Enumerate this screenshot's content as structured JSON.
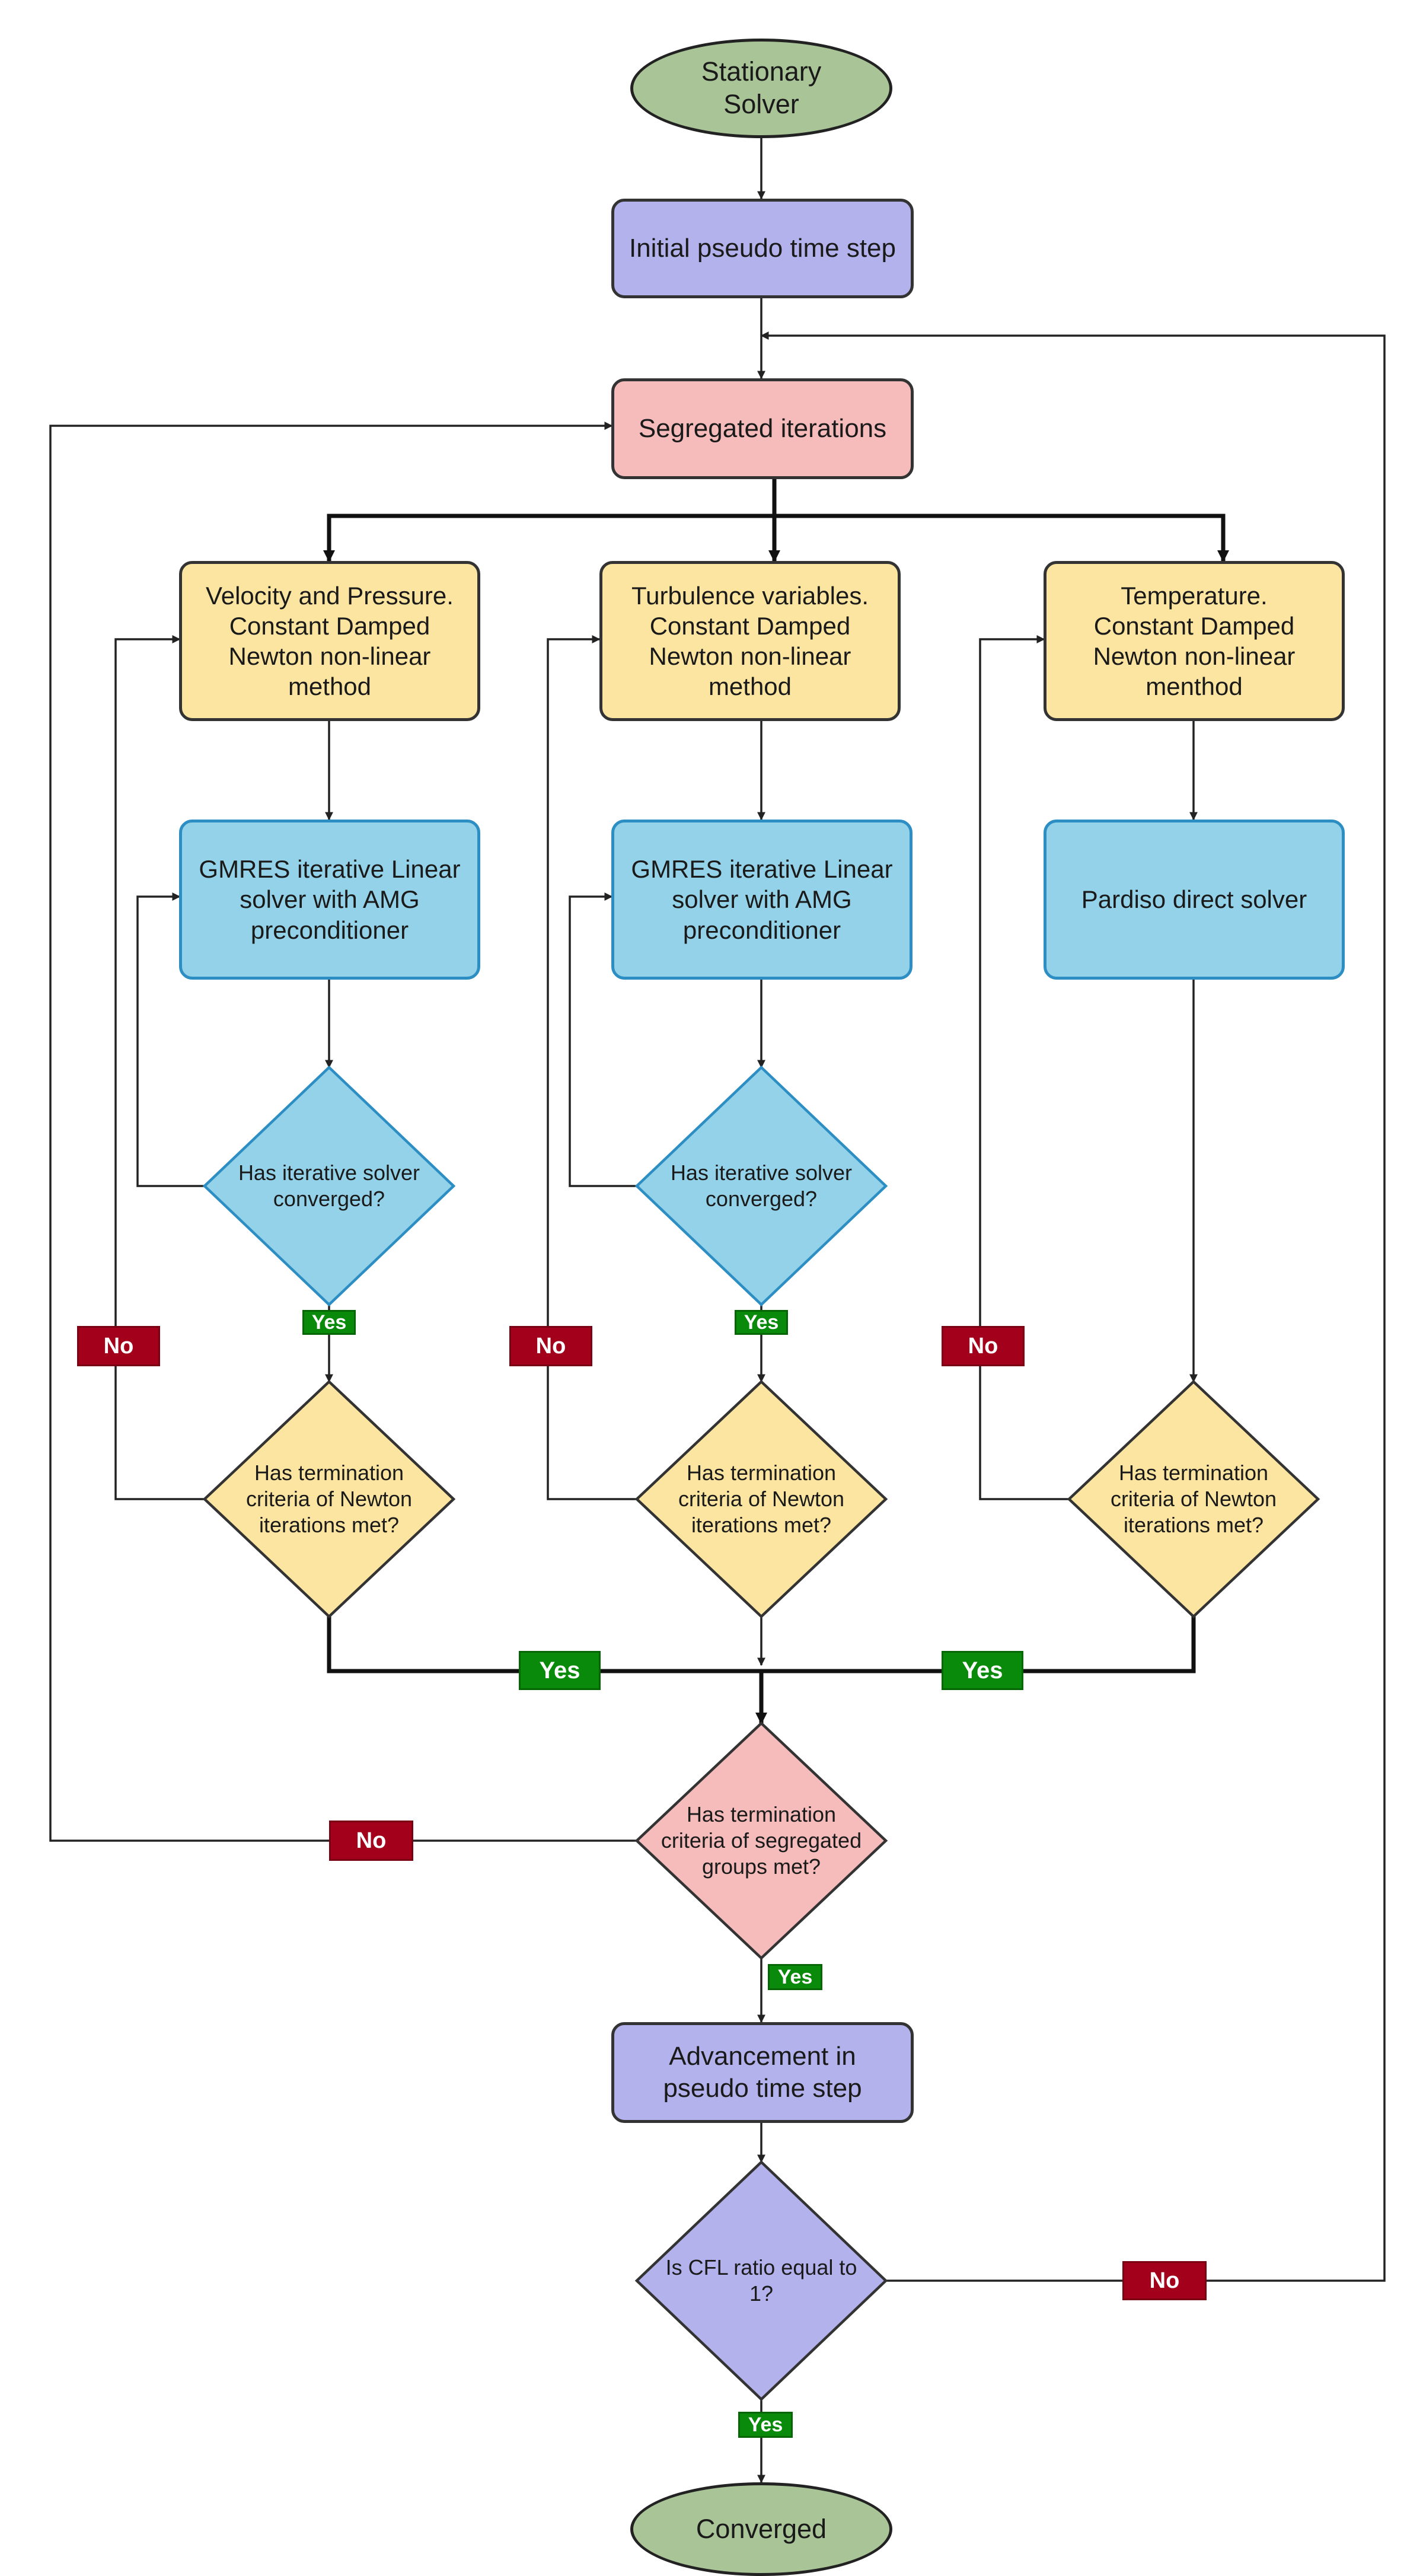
{
  "nodes": {
    "start": "Stationary\nSolver",
    "initial_step": "Initial pseudo time step",
    "segregated": "Segregated iterations",
    "vel_pressure": "Velocity and Pressure.\nConstant Damped\nNewton non-linear\nmethod",
    "turbulence": "Turbulence variables.\nConstant Damped\nNewton non-linear\nmethod",
    "temperature": "Temperature.\nConstant Damped\nNewton non-linear\nmenthod",
    "gmres_1": "GMRES iterative Linear\nsolver with AMG\npreconditioner",
    "gmres_2": "GMRES iterative Linear\nsolver with AMG\npreconditioner",
    "pardiso": "Pardiso direct solver",
    "converged_q1": "Has iterative solver\nconverged?",
    "converged_q2": "Has iterative solver\nconverged?",
    "newton_q1": "Has termination\ncriteria of Newton\niterations met?",
    "newton_q2": "Has termination\ncriteria of Newton\niterations met?",
    "newton_q3": "Has termination\ncriteria of Newton\niterations met?",
    "segregated_q": "Has termination\ncriteria of segregated\ngroups met?",
    "advance": "Advancement in\npseudo time step",
    "cfl_q": "Is CFL ratio equal to\n1?",
    "end": "Converged"
  },
  "labels": {
    "no": "No",
    "yes": "Yes"
  },
  "colors": {
    "terminal": "#a9c497",
    "process_purple": "#b3b2ec",
    "process_pink": "#f5bcbb",
    "process_yellow": "#fce5a0",
    "process_blue": "#93d2e8",
    "no_badge": "#a3001c",
    "yes_badge": "#0a8a0a",
    "line": "#222222"
  }
}
